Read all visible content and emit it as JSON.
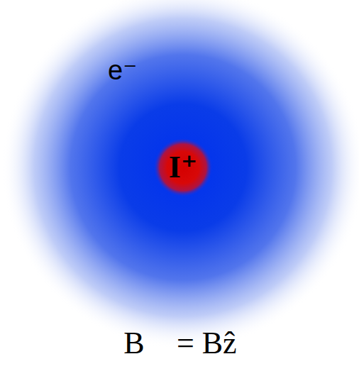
{
  "diagram": {
    "nodes": [
      {
        "text": [
          "I⁺"
        ]
      }
    ],
    "labels": [
      "e⁻",
      "B⃗ = Bẑ"
    ]
  }
}
